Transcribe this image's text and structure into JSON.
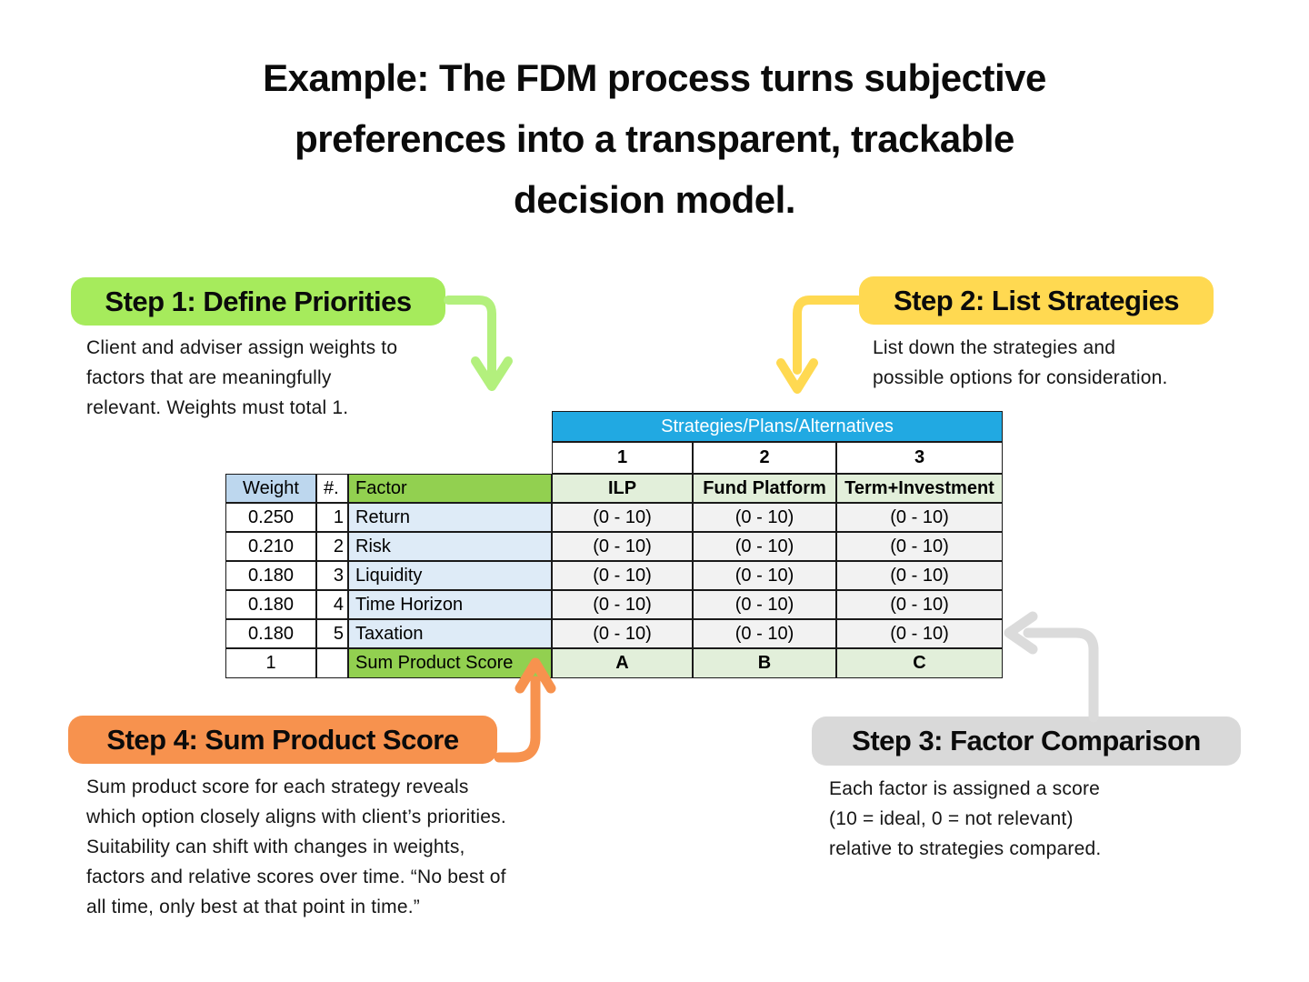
{
  "title": "Example: The FDM process turns subjective\npreferences into a transparent, trackable\ndecision model.",
  "steps": {
    "step1": {
      "label": "Step 1: Define Priorities",
      "description": "Client and adviser assign weights to\nfactors that are meaningfully\nrelevant. Weights must total 1.",
      "color": "#A6EB5C"
    },
    "step2": {
      "label": "Step 2: List Strategies",
      "description": "List down the strategies and\npossible options for consideration.",
      "color": "#FFD951"
    },
    "step3": {
      "label": "Step 3: Factor Comparison",
      "description": "Each factor is assigned a score\n(10 = ideal, 0 = not relevant)\nrelative to strategies compared.",
      "color": "#D9D9D9"
    },
    "step4": {
      "label": "Step 4: Sum Product Score",
      "description": "Sum product score for each strategy reveals\nwhich option closely aligns with client’s priorities.\nSuitability can shift with changes in weights,\nfactors and relative scores over time. “No best of\nall time, only best at that point in time.”",
      "color": "#F7924E"
    }
  },
  "table": {
    "strategies_header": "Strategies/Plans/Alternatives",
    "strategy_numbers": [
      "1",
      "2",
      "3"
    ],
    "strategy_names": [
      "ILP",
      "Fund Platform",
      "Term+Investment"
    ],
    "col_headers": {
      "weight": "Weight",
      "num": "#.",
      "factor": "Factor"
    },
    "rows": [
      {
        "weight": "0.250",
        "num": "1",
        "factor": "Return",
        "s1": "(0 - 10)",
        "s2": "(0 - 10)",
        "s3": "(0 - 10)"
      },
      {
        "weight": "0.210",
        "num": "2",
        "factor": "Risk",
        "s1": "(0 - 10)",
        "s2": "(0 - 10)",
        "s3": "(0 - 10)"
      },
      {
        "weight": "0.180",
        "num": "3",
        "factor": "Liquidity",
        "s1": "(0 - 10)",
        "s2": "(0 - 10)",
        "s3": "(0 - 10)"
      },
      {
        "weight": "0.180",
        "num": "4",
        "factor": "Time Horizon",
        "s1": "(0 - 10)",
        "s2": "(0 - 10)",
        "s3": "(0 - 10)"
      },
      {
        "weight": "0.180",
        "num": "5",
        "factor": "Taxation",
        "s1": "(0 - 10)",
        "s2": "(0 - 10)",
        "s3": "(0 - 10)"
      }
    ],
    "footer": {
      "weight_total": "1",
      "label": "Sum Product Score",
      "s1": "A",
      "s2": "B",
      "s3": "C"
    }
  },
  "connections": [
    {
      "from": "step1",
      "to": "table-top",
      "color": "#B3F07D"
    },
    {
      "from": "step2",
      "to": "table-top",
      "color": "#FFD951"
    },
    {
      "from": "step3",
      "to": "table-right",
      "color": "#DBDBDB"
    },
    {
      "from": "step4",
      "to": "sum-product-score-cell",
      "color": "#F7924E"
    }
  ],
  "colors": {
    "header_blue": "#21A9E2",
    "cell_green": "#92D050",
    "cell_light_blue": "#BDD7EE",
    "cell_pale_blue": "#DEEBF7",
    "cell_pale_green": "#E2EFDA",
    "cell_pale_gray": "#F2F2F2",
    "border": "#1a1a1a"
  }
}
